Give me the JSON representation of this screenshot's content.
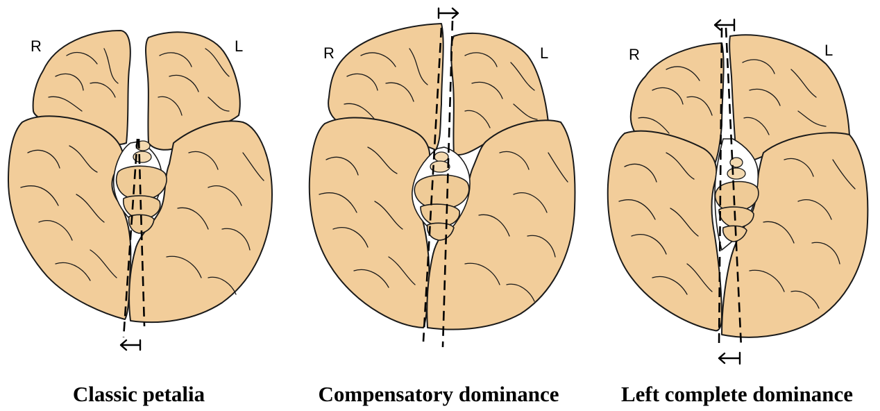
{
  "panels": [
    {
      "caption": "Classic petalia",
      "right_label": "R",
      "left_label": "L"
    },
    {
      "caption": "Compensatory dominance",
      "right_label": "R",
      "left_label": "L"
    },
    {
      "caption": "Left complete dominance",
      "right_label": "R",
      "left_label": "L"
    }
  ],
  "colors": {
    "brain": "#f2cd9a",
    "outline": "#1a1a1a",
    "background": "#ffffff"
  }
}
